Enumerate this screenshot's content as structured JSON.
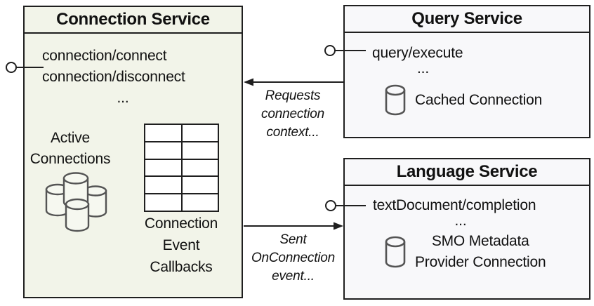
{
  "diagram": {
    "connection_service": {
      "title": "Connection Service",
      "methods": [
        "connection/connect",
        "connection/disconnect"
      ],
      "ellipsis": "...",
      "active_connections": [
        "Active",
        "Connections"
      ],
      "callbacks": [
        "Connection",
        "Event",
        "Callbacks"
      ]
    },
    "query_service": {
      "title": "Query Service",
      "method": "query/execute",
      "ellipsis": "...",
      "cached_connection": "Cached Connection"
    },
    "language_service": {
      "title": "Language Service",
      "method": "textDocument/completion",
      "ellipsis": "...",
      "smo_metadata": [
        "SMO Metadata",
        "Provider Connection"
      ]
    },
    "arrows": {
      "requests": [
        "Requests",
        "connection",
        "context..."
      ],
      "sent": [
        "Sent",
        "OnConnection",
        "event..."
      ]
    },
    "colors": {
      "connection_fill": "#f2f4e9",
      "service_fill": "#f8f8fa",
      "border": "#1f1f1f",
      "cylinder_stroke": "#545454",
      "text": "#111111"
    }
  }
}
